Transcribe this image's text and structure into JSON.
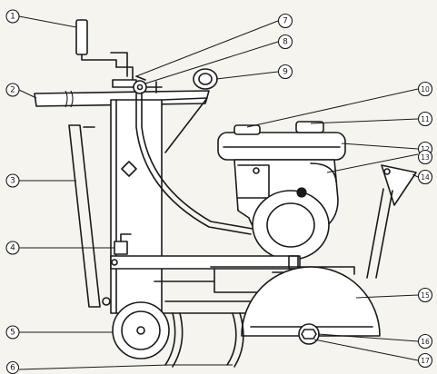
{
  "callouts": [
    {
      "id": 1,
      "label": "1"
    },
    {
      "id": 2,
      "label": "2"
    },
    {
      "id": 3,
      "label": "3"
    },
    {
      "id": 4,
      "label": "4"
    },
    {
      "id": 5,
      "label": "5"
    },
    {
      "id": 6,
      "label": "6"
    },
    {
      "id": 7,
      "label": "7"
    },
    {
      "id": 8,
      "label": "8"
    },
    {
      "id": 9,
      "label": "9"
    },
    {
      "id": 10,
      "label": "10"
    },
    {
      "id": 11,
      "label": "11"
    },
    {
      "id": 12,
      "label": "12"
    },
    {
      "id": 13,
      "label": "13"
    },
    {
      "id": 14,
      "label": "14"
    },
    {
      "id": 15,
      "label": "15"
    },
    {
      "id": 16,
      "label": "16"
    },
    {
      "id": 17,
      "label": "17"
    }
  ]
}
